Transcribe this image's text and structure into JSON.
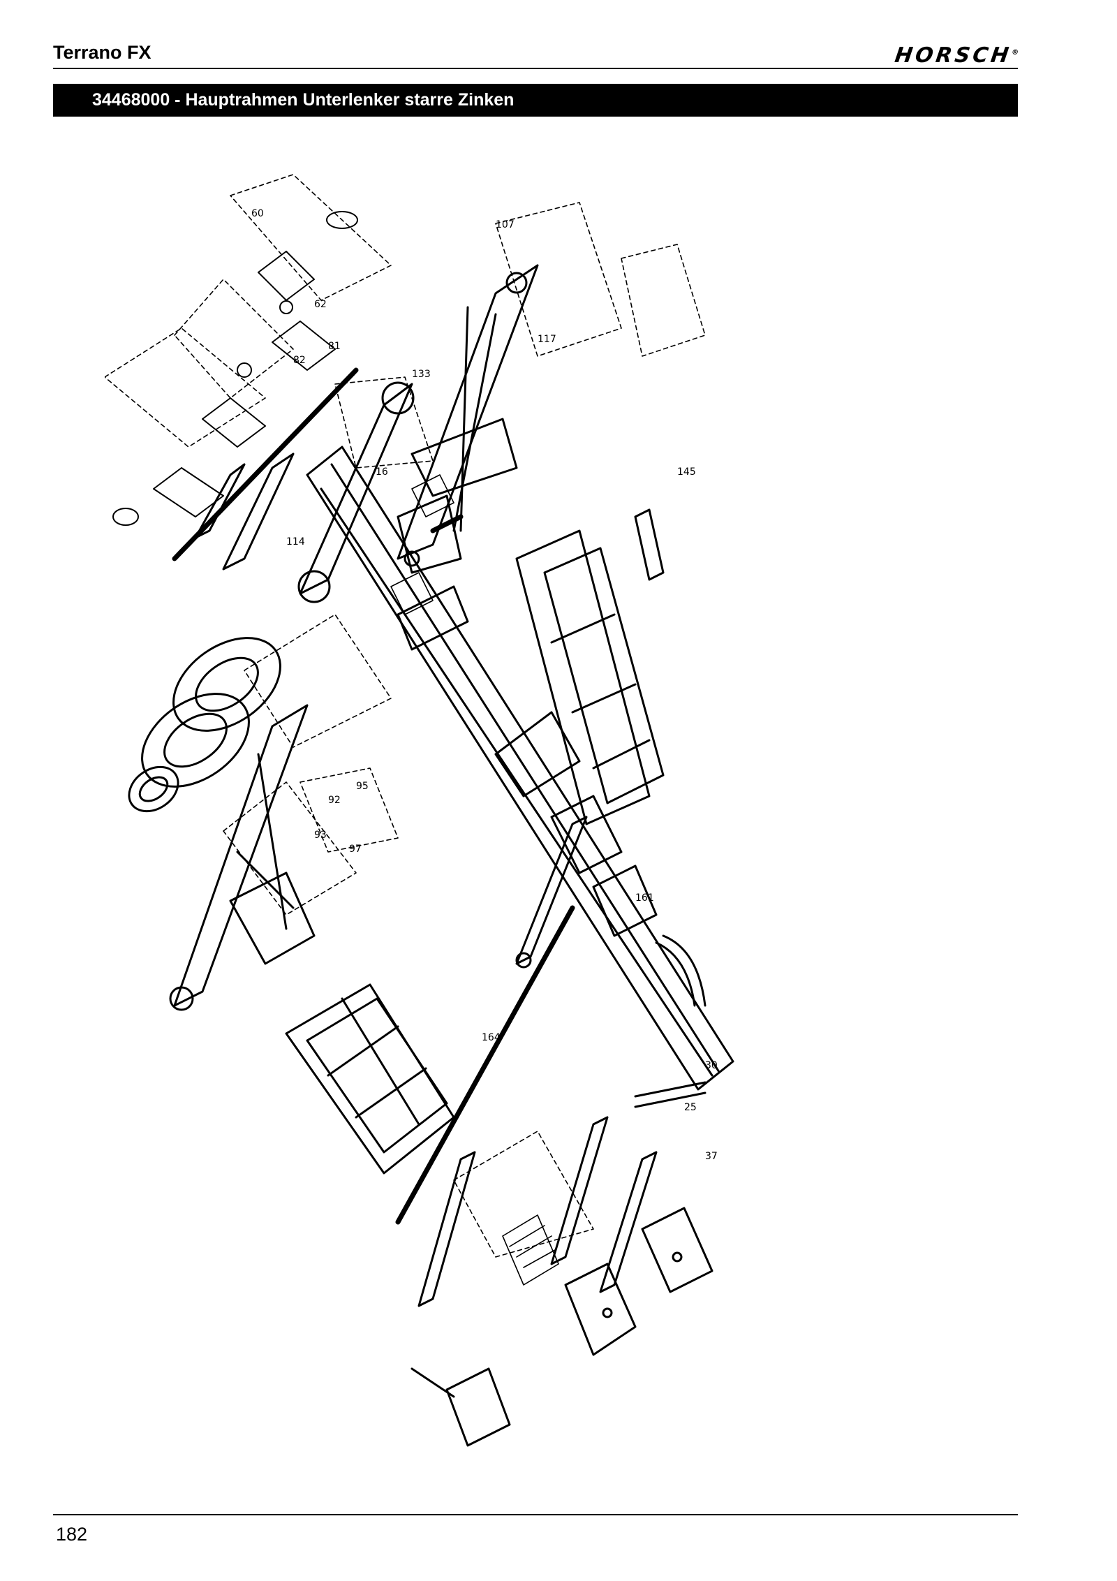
{
  "header": {
    "title": "Terrano FX",
    "brand": "HORSCH",
    "brand_mark": "®"
  },
  "section": {
    "title": "34468000  -  Hauptrahmen Unterlenker starre Zinken"
  },
  "drawing": {
    "icon": "exploded-parts-diagram",
    "labels": [
      "16",
      "107",
      "117",
      "133",
      "114",
      "145",
      "161",
      "164",
      "30",
      "25",
      "37",
      "60",
      "82",
      "81",
      "62",
      "92",
      "93",
      "97",
      "95"
    ]
  },
  "footer": {
    "page_number": "182"
  }
}
